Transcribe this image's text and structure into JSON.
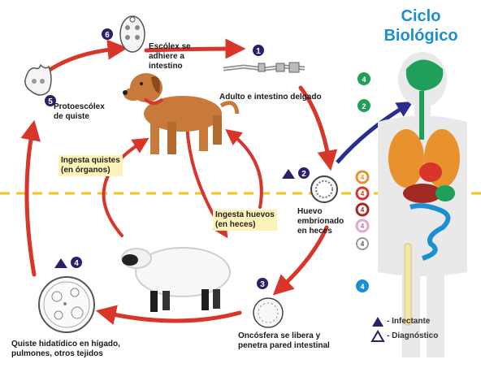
{
  "title": {
    "line1": "Ciclo",
    "line2": "Biológico"
  },
  "stages": {
    "s1": "Adulto e intestino  delgado",
    "s2": "Huevo\nembrionado\nen heces",
    "s3": "Oncósfera se libera y\npenetra pared intestinal",
    "s4": "Quiste hidatídico en hígado,\npulmones, otros tejidos",
    "s5": "Protoescólex\nde quiste",
    "s6": "Escólex se\nadhiere a\nintestino"
  },
  "boxes": {
    "cysts": "Ingesta quistes\n(en órganos)",
    "eggs": "Ingesta huevos\n(en heces)"
  },
  "numbers": [
    "1",
    "2",
    "3",
    "4",
    "5",
    "6"
  ],
  "human_markers": [
    "4",
    "2",
    "4",
    "4",
    "4",
    "4",
    "4",
    "4"
  ],
  "legend": {
    "infective": "- Infectante",
    "diagnostic": "- Diagnóstico"
  },
  "colors": {
    "title": "#1c8fd0",
    "arrow": "#d9362b",
    "blue_arrow": "#2a2d8f",
    "marker": "#2e1f6b",
    "dashed_line": "#f2c40f",
    "box": "#fdf3b8",
    "dog": "#c77a3a",
    "organ_green": "#1fa05a",
    "organ_orange": "#e8922e",
    "body": "#e9e9e9"
  }
}
